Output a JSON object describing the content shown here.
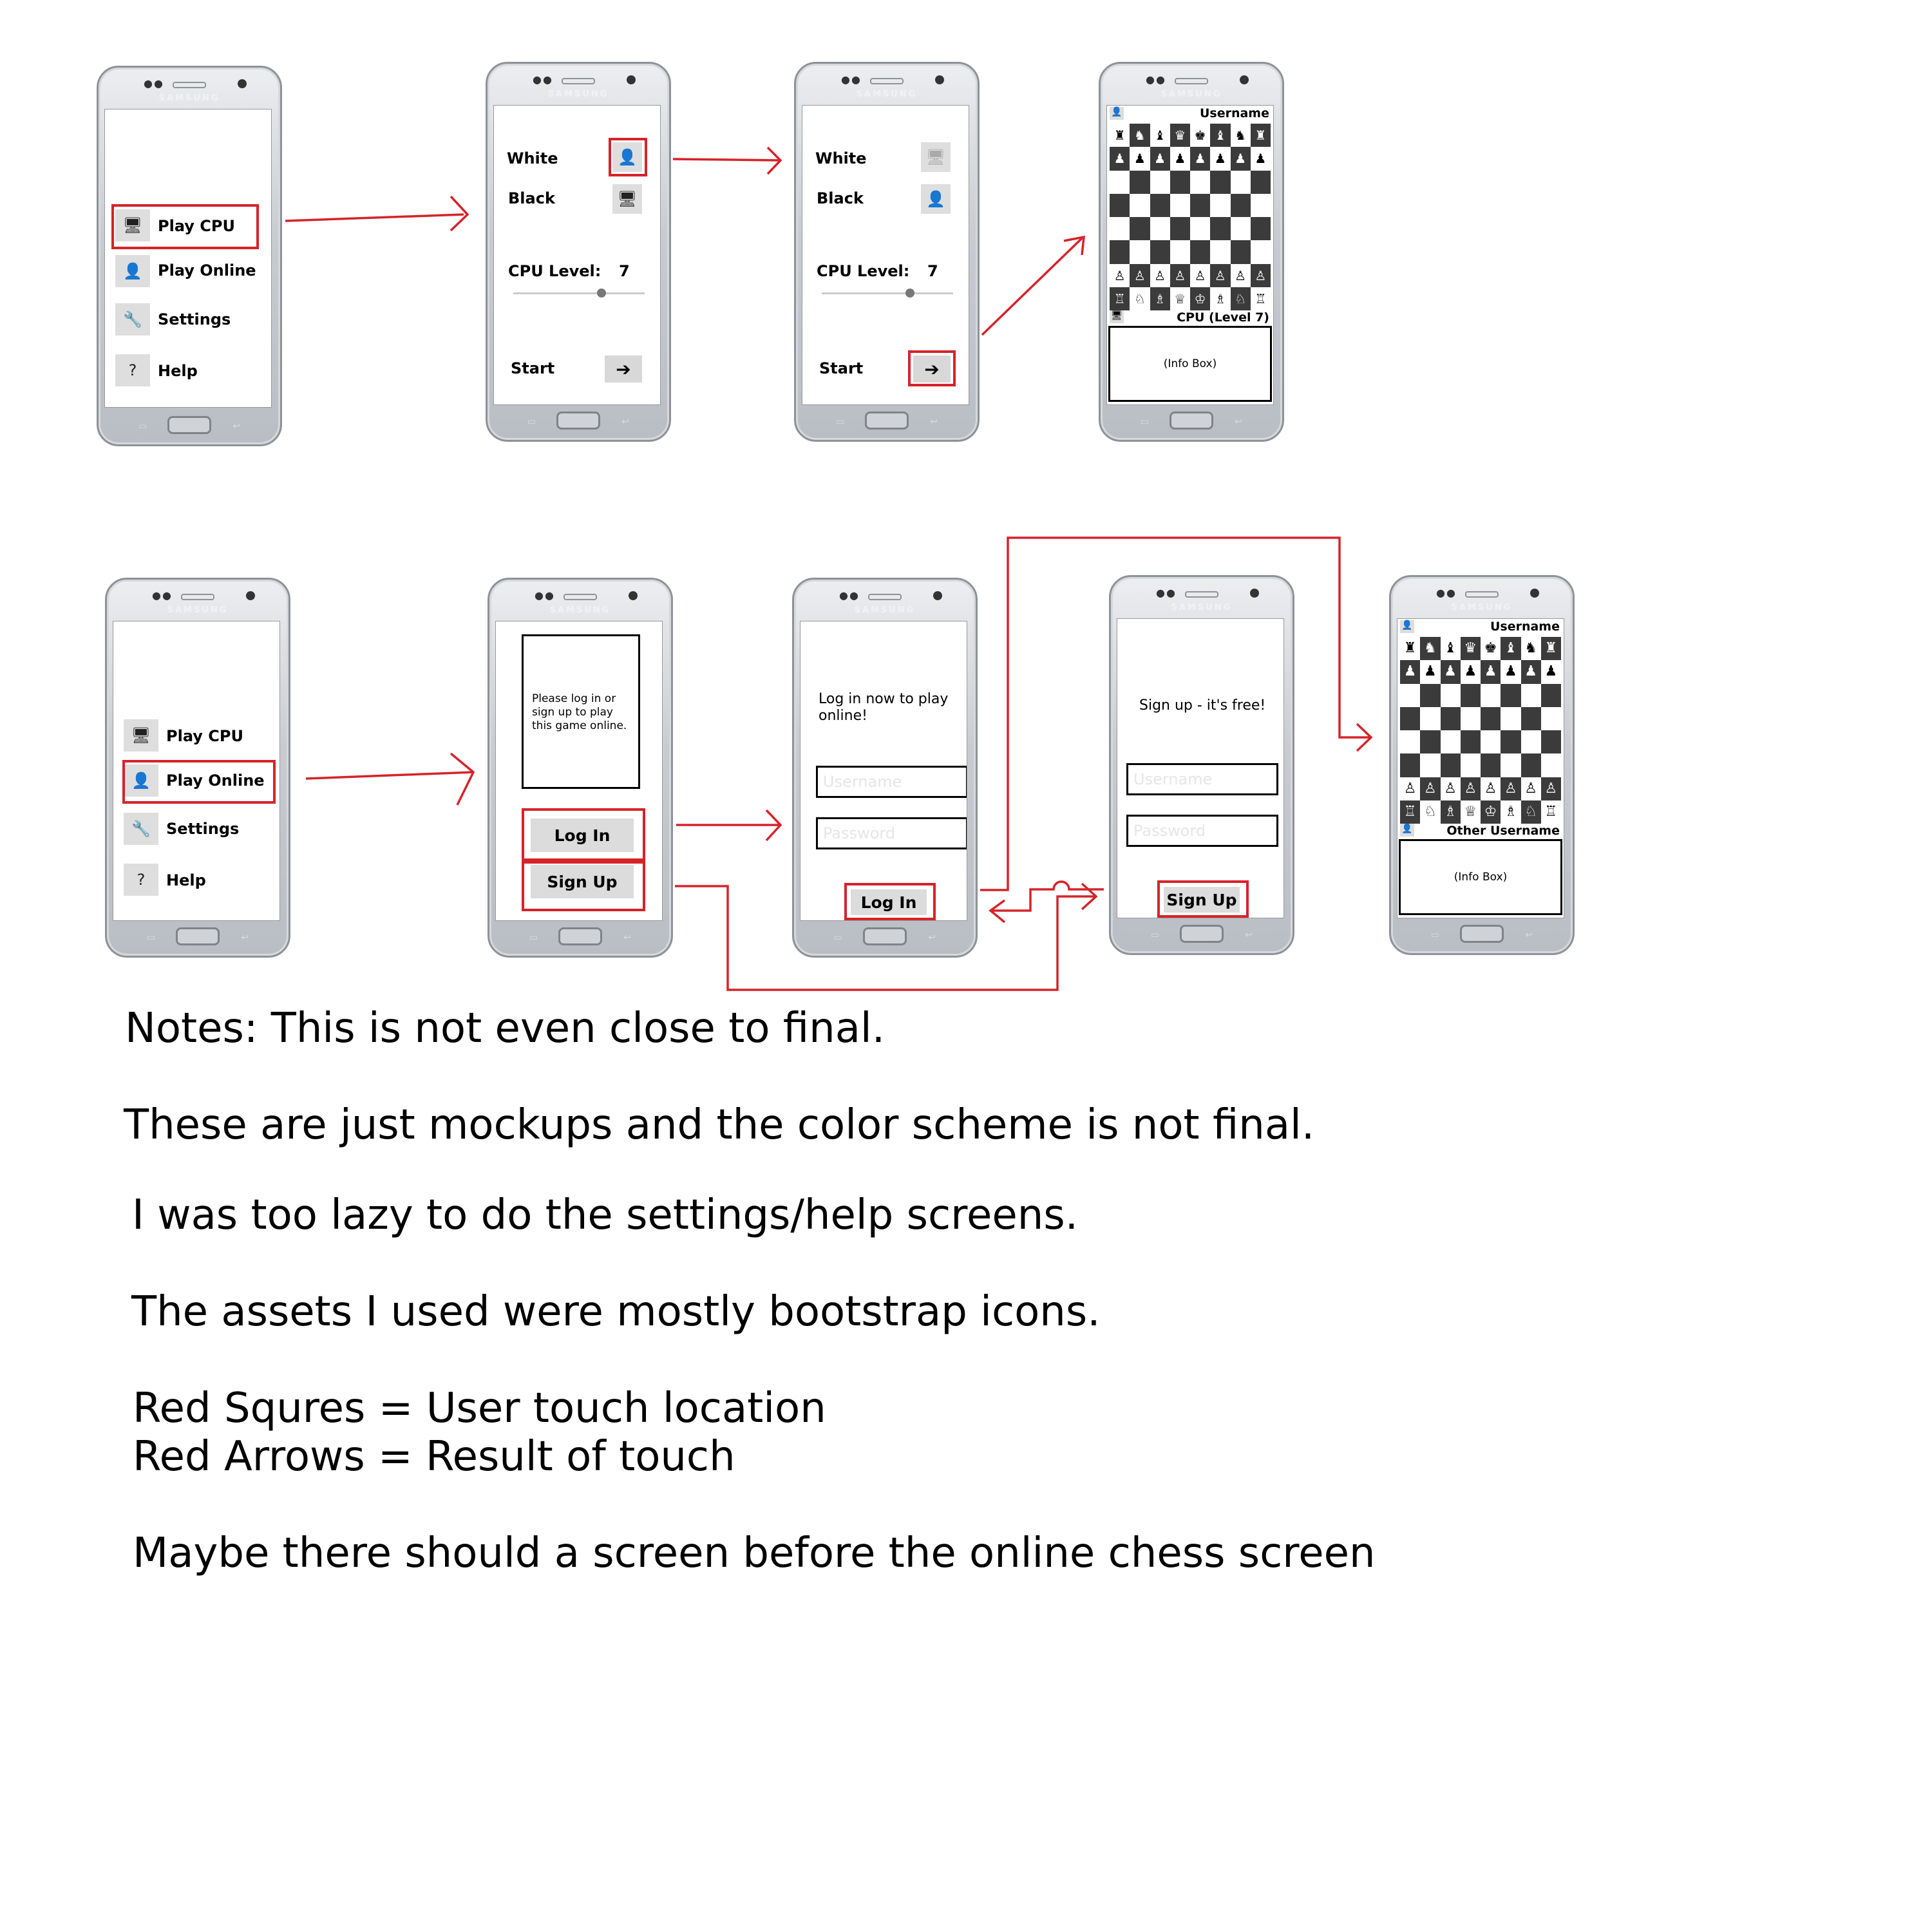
{
  "phone_brand": "SAMSUNG",
  "nav_keys": {
    "left": "▭",
    "right": "↩"
  },
  "colors": {
    "touch_red": "#d6232a",
    "dark_square": "#3b3b3b",
    "light_square": "#ffffff"
  },
  "main_menu": {
    "items": [
      {
        "label": "Play CPU",
        "icon": "monitor-icon"
      },
      {
        "label": "Play Online",
        "icon": "user-icon"
      },
      {
        "label": "Settings",
        "icon": "wrench-icon"
      },
      {
        "label": "Help",
        "icon": "question-circle-icon"
      }
    ]
  },
  "cpu_setup": {
    "white_label": "White",
    "black_label": "Black",
    "cpu_level_label": "CPU Level:",
    "cpu_level_value": "7",
    "cpu_level": 7,
    "start_label": "Start"
  },
  "cpu_game": {
    "top_player": "Username",
    "bottom_player": "CPU (Level 7)",
    "info_box": "(Info Box)"
  },
  "online_prompt": {
    "message": "Please log in or sign up to play this game online.",
    "login_button": "Log In",
    "signup_button": "Sign Up"
  },
  "login_screen": {
    "heading": "Log in now to play online!",
    "username_placeholder": "Username",
    "password_placeholder": "Password",
    "button": "Log In"
  },
  "signup_screen": {
    "heading": "Sign up - it's free!",
    "username_placeholder": "Username",
    "password_placeholder": "Password",
    "button": "Sign Up"
  },
  "online_game": {
    "top_player": "Username",
    "bottom_player": "Other Username",
    "info_box": "(Info Box)"
  },
  "board_start": [
    "♜♞♝♛♚♝♞♜",
    "♟♟♟♟♟♟♟♟",
    "        ",
    "        ",
    "        ",
    "        ",
    "♙♙♙♙♙♙♙♙",
    "♖♘♗♕♔♗♘♖"
  ],
  "notes": [
    "Notes: This is not even close to final.",
    "These are just mockups and the color scheme is not final.",
    "I was too lazy to do the settings/help screens.",
    "The assets I used were mostly bootstrap icons.",
    "Red Squres = User touch location",
    "Red Arrows = Result of touch",
    "Maybe there should a screen before the online chess screen"
  ]
}
